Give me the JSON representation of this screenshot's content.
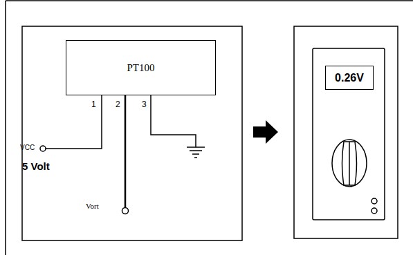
{
  "diagram": {
    "nodes": [
      {
        "text": [
          "PT100"
        ]
      },
      {
        "text": [
          "0.26V"
        ]
      }
    ],
    "labels": [
      "1",
      "2",
      "3",
      "VCC",
      "5 Volt",
      "Vort"
    ]
  }
}
